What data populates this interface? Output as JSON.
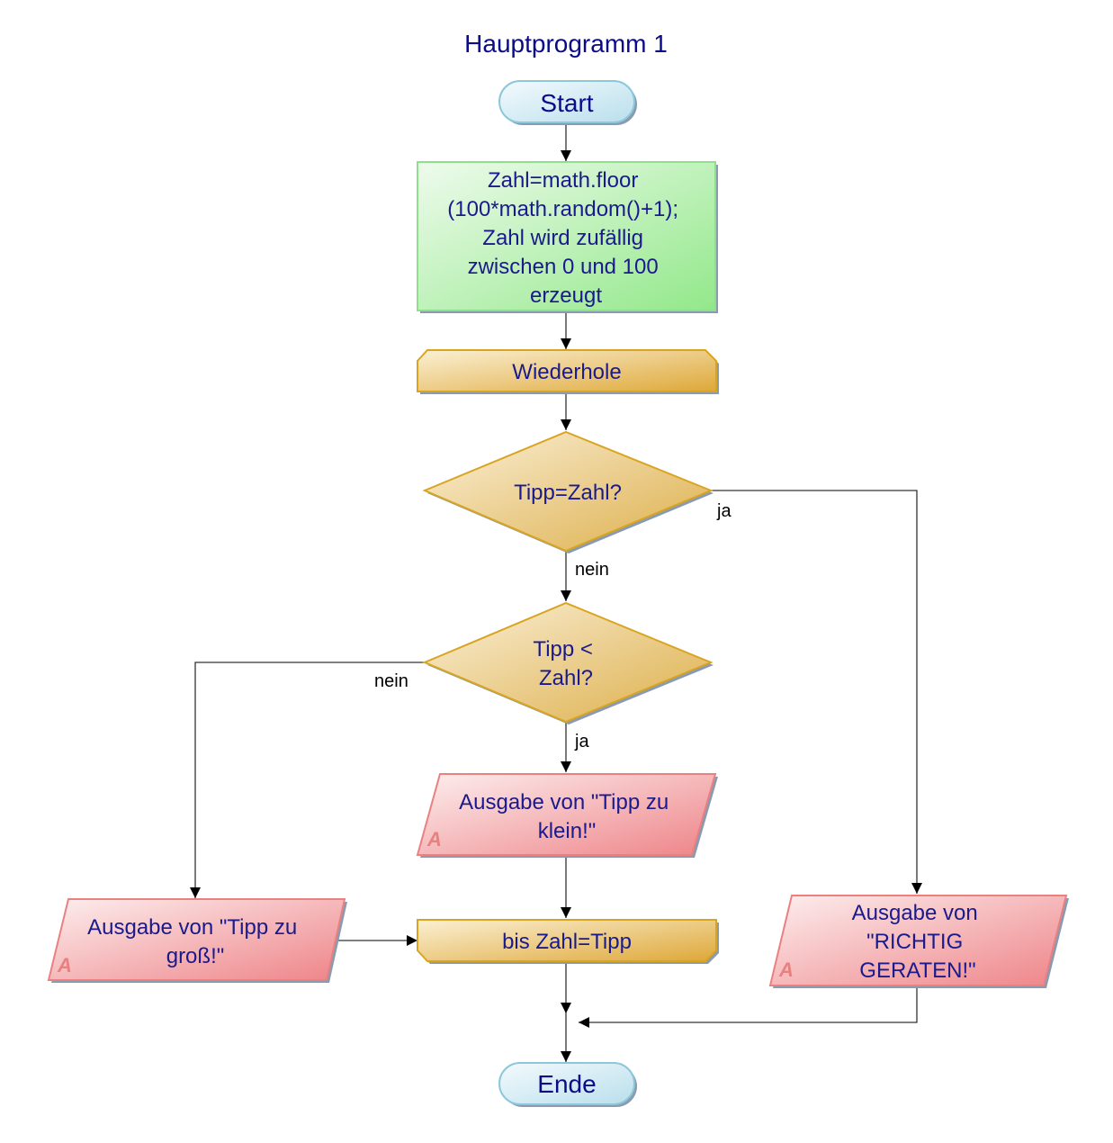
{
  "title": "Hauptprogramm 1",
  "colors": {
    "text": "#1a1a8c",
    "terminal_fill": "#cfe8f1",
    "terminal_stroke": "#8cc7da",
    "process_fill": "#a9ee9f",
    "process_stroke": "#8fe08a",
    "loop_fill": "#ecc060",
    "loop_stroke": "#d9a520",
    "decision_fill": "#e9c46a",
    "decision_stroke": "#d9a520",
    "io_fill": "#f3a0a4",
    "io_stroke": "#ea8080"
  },
  "nodes": {
    "start": {
      "label": "Start",
      "type": "terminal"
    },
    "init": {
      "lines": [
        "Zahl=math.floor",
        "(100*math.random()+1);",
        "Zahl wird zufällig",
        "zwischen 0 und 100",
        "erzeugt"
      ],
      "type": "process"
    },
    "loop_start": {
      "label": "Wiederhole",
      "type": "loop-begin"
    },
    "decision1": {
      "label": "Tipp=Zahl?",
      "type": "decision"
    },
    "decision2": {
      "lines": [
        "Tipp <",
        "Zahl?"
      ],
      "type": "decision"
    },
    "out_small": {
      "lines": [
        "Ausgabe von \"Tipp zu",
        "klein!\""
      ],
      "type": "output",
      "marker": "A"
    },
    "out_big": {
      "lines": [
        "Ausgabe von \"Tipp zu",
        "groß!\""
      ],
      "type": "output",
      "marker": "A"
    },
    "out_right": {
      "lines": [
        "Ausgabe von",
        "\"RICHTIG",
        "GERATEN!\""
      ],
      "type": "output",
      "marker": "A"
    },
    "loop_end": {
      "label": "bis Zahl=Tipp",
      "type": "loop-end"
    },
    "end": {
      "label": "Ende",
      "type": "terminal"
    }
  },
  "edges": [
    {
      "from": "start",
      "to": "init",
      "label": ""
    },
    {
      "from": "init",
      "to": "loop_start",
      "label": ""
    },
    {
      "from": "loop_start",
      "to": "decision1",
      "label": ""
    },
    {
      "from": "decision1",
      "to": "out_right",
      "label": "ja"
    },
    {
      "from": "decision1",
      "to": "decision2",
      "label": "nein"
    },
    {
      "from": "decision2",
      "to": "out_small",
      "label": "ja"
    },
    {
      "from": "decision2",
      "to": "out_big",
      "label": "nein"
    },
    {
      "from": "out_small",
      "to": "loop_end",
      "label": ""
    },
    {
      "from": "out_big",
      "to": "loop_end",
      "label": ""
    },
    {
      "from": "loop_end",
      "to": "end",
      "label": ""
    },
    {
      "from": "out_right",
      "to": "end",
      "label": ""
    }
  ]
}
